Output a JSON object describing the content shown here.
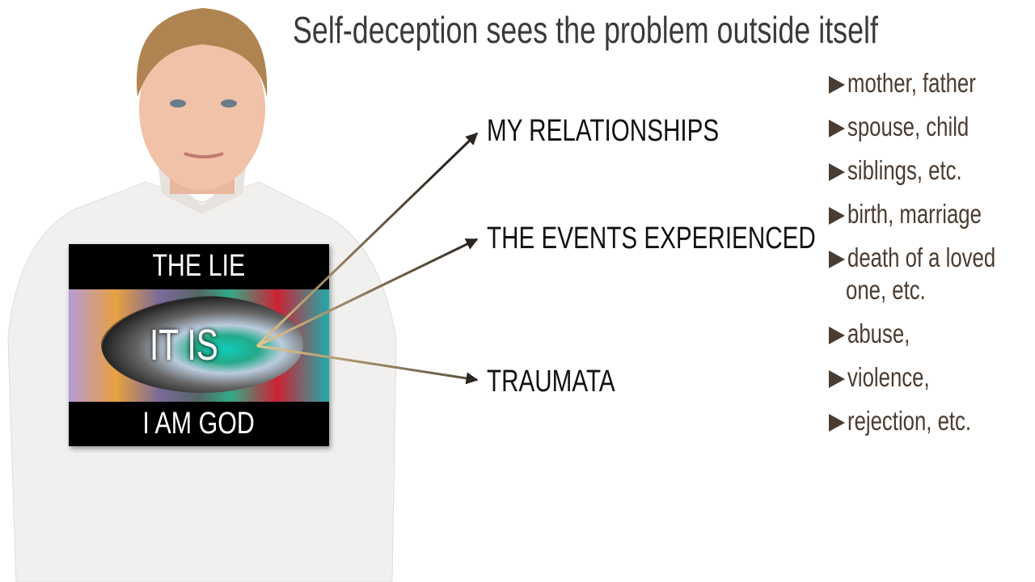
{
  "title": "Self-deception sees the problem outside itself",
  "box": {
    "top": "THE LIE",
    "middle": "IT IS",
    "bottom": "I AM GOD"
  },
  "labels": [
    "MY RELATIONSHIPS",
    "THE EVENTS EXPERIENCED",
    "TRAUMATA"
  ],
  "bullets": [
    "mother, father",
    "spouse, child",
    "siblings, etc.",
    "birth, marriage",
    "death of a loved",
    "abuse,",
    "violence,",
    "rejection, etc."
  ],
  "bullet_cont": "one, etc.",
  "colors": {
    "bullet": "#4a3c30",
    "arrow_start": "#e8c890",
    "arrow_end": "#2a2520"
  }
}
